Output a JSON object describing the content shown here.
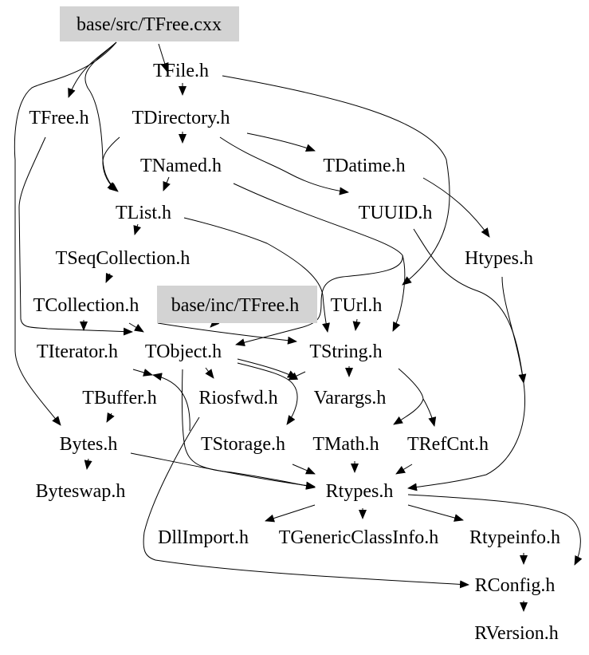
{
  "graph": {
    "highlight_color": "#d3d3d3",
    "nodes": {
      "tfree_cxx": "base/src/TFree.cxx",
      "tfile": "TFile.h",
      "tfree_h": "TFree.h",
      "tdirectory": "TDirectory.h",
      "tnamed": "TNamed.h",
      "tdatime": "TDatime.h",
      "tlist": "TList.h",
      "tuuid": "TUUID.h",
      "tseqcollection": "TSeqCollection.h",
      "htypes": "Htypes.h",
      "tcollection": "TCollection.h",
      "inc_tfree": "base/inc/TFree.h",
      "turl": "TUrl.h",
      "titerator": "TIterator.h",
      "tobject": "TObject.h",
      "tstring": "TString.h",
      "tbuffer": "TBuffer.h",
      "riosfwd": "Riosfwd.h",
      "varargs": "Varargs.h",
      "bytes": "Bytes.h",
      "tstorage": "TStorage.h",
      "tmath": "TMath.h",
      "trefcnt": "TRefCnt.h",
      "byteswap": "Byteswap.h",
      "rtypes": "Rtypes.h",
      "dllimport": "DllImport.h",
      "tgenericclassinfo": "TGenericClassInfo.h",
      "rtypeinfo": "Rtypeinfo.h",
      "rconfig": "RConfig.h",
      "rversion": "RVersion.h"
    },
    "edges": [
      [
        "tfree_cxx",
        "tfile"
      ],
      [
        "tfree_cxx",
        "tfree_h"
      ],
      [
        "tfree_cxx",
        "tlist"
      ],
      [
        "tfree_cxx",
        "bytes"
      ],
      [
        "tfree_h",
        "tobject"
      ],
      [
        "tfile",
        "tdirectory"
      ],
      [
        "tfile",
        "turl"
      ],
      [
        "tdirectory",
        "tnamed"
      ],
      [
        "tdirectory",
        "tdatime"
      ],
      [
        "tdirectory",
        "tuuid"
      ],
      [
        "tdirectory",
        "tlist"
      ],
      [
        "tnamed",
        "tlist"
      ],
      [
        "tnamed",
        "tstring"
      ],
      [
        "tnamed",
        "tobject"
      ],
      [
        "tdatime",
        "htypes"
      ],
      [
        "tuuid",
        "rtypes"
      ],
      [
        "htypes",
        "rtypes"
      ],
      [
        "tlist",
        "tseqcollection"
      ],
      [
        "tlist",
        "tstring"
      ],
      [
        "tseqcollection",
        "tcollection"
      ],
      [
        "tcollection",
        "titerator"
      ],
      [
        "tcollection",
        "tobject"
      ],
      [
        "inc_tfree",
        "tobject"
      ],
      [
        "inc_tfree",
        "tstring"
      ],
      [
        "turl",
        "tstring"
      ],
      [
        "titerator",
        "tobject"
      ],
      [
        "tbuffer",
        "tobject"
      ],
      [
        "tobject",
        "riosfwd"
      ],
      [
        "tobject",
        "varargs"
      ],
      [
        "tobject",
        "tstorage"
      ],
      [
        "tobject",
        "rtypes"
      ],
      [
        "tstring",
        "varargs"
      ],
      [
        "tstring",
        "tmath"
      ],
      [
        "tstring",
        "trefcnt"
      ],
      [
        "tstring",
        "tobject"
      ],
      [
        "tbuffer",
        "bytes"
      ],
      [
        "bytes",
        "byteswap"
      ],
      [
        "bytes",
        "rtypes"
      ],
      [
        "tstorage",
        "rtypes"
      ],
      [
        "tmath",
        "rtypes"
      ],
      [
        "trefcnt",
        "rtypes"
      ],
      [
        "rtypes",
        "dllimport"
      ],
      [
        "rtypes",
        "tgenericclassinfo"
      ],
      [
        "rtypes",
        "rtypeinfo"
      ],
      [
        "rtypes",
        "rconfig"
      ],
      [
        "rtypeinfo",
        "rconfig"
      ],
      [
        "rconfig",
        "rversion"
      ],
      [
        "riosfwd",
        "rconfig"
      ]
    ]
  }
}
